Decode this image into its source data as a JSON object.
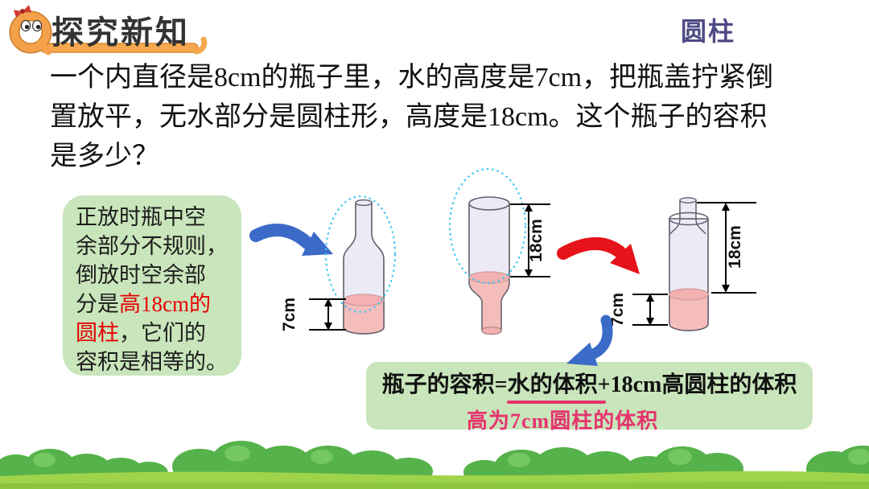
{
  "header": {
    "title": "探究新知",
    "topic": "圆柱"
  },
  "problem": {
    "lines": [
      "一个内直径是8cm的瓶子里，水的高度是7cm，把瓶盖拧紧倒",
      "置放平，无水部分是圆柱形，高度是18cm。这个瓶子的容积",
      "是多少？"
    ]
  },
  "note_box": {
    "lines": [
      {
        "pre": "正放时瓶中空",
        "red": "",
        "post": ""
      },
      {
        "pre": "余部分不规则，",
        "red": "",
        "post": ""
      },
      {
        "pre": "倒放时空余部",
        "red": "",
        "post": ""
      },
      {
        "pre": "分是",
        "red": "高18cm的",
        "post": ""
      },
      {
        "pre": "",
        "red": "圆柱",
        "post": "，它们的"
      },
      {
        "pre": "容积是相等的。",
        "red": "",
        "post": ""
      }
    ]
  },
  "figures": {
    "upright_bottle": {
      "water_height_label": "7cm"
    },
    "inverted_bottle": {
      "air_height_label": "18cm"
    },
    "cylinder_model": {
      "air_height_label": "18cm",
      "water_height_label": "7cm"
    }
  },
  "formula_box": {
    "formula": "瓶子的容积=水的体积+18cm高圆柱的体积",
    "note": "高为7cm圆柱的体积"
  },
  "icons": {
    "mascot": "q-mascot-icon",
    "arrows": [
      "blue-right-arrow-icon",
      "red-right-arrow-icon",
      "blue-down-arrow-icon"
    ]
  },
  "colors": {
    "note_box_bg": "#c9e5bb",
    "red_emphasis": "#e60000",
    "pink_emphasis": "#e5336e",
    "topic_text": "#4e4984",
    "title_underline": "#f5a84e",
    "arrow_blue": "#3b6ac8",
    "arrow_red": "#e7131a",
    "bottle_fill": "#eceaf5",
    "water_pink": "#f5bcbc",
    "dotted_ellipse": "#45c6f0",
    "grass_base": "#9fd44a",
    "bush_green": "#56b24a"
  }
}
